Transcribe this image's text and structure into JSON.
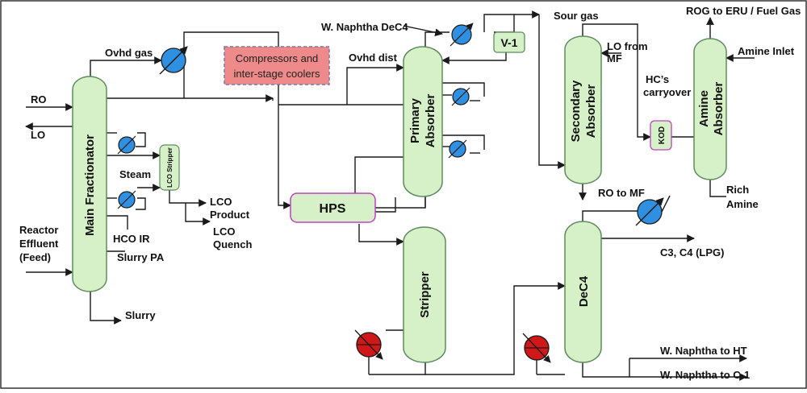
{
  "colors": {
    "vessel_fill": "#d6f0c8",
    "vessel_stroke": "#5f8c5f",
    "drum_stroke": "#c040c0",
    "cooler_fill": "#2f8fe0",
    "heater_fill": "#d01818",
    "compressor_fill": "#ee8a8a",
    "compressor_stroke": "#7777aa"
  },
  "vessels": {
    "main_fractionator": "Main Fractionator",
    "lco_stripper": "LCO Stripper",
    "primary_absorber_1": "Primary",
    "primary_absorber_2": "Absorber",
    "secondary_absorber_1": "Secondary",
    "secondary_absorber_2": "Absorber",
    "amine_absorber_1": "Amine",
    "amine_absorber_2": "Absorber",
    "stripper": "Stripper",
    "dec4": "DeC4",
    "hps": "HPS",
    "v1": "V-1",
    "kod": "KOD",
    "compressors_1": "Compressors and",
    "compressors_2": "inter-stage coolers"
  },
  "streams": {
    "ro": "RO",
    "lo": "LO",
    "reactor_effluent_1": "Reactor",
    "reactor_effluent_2": "Effluent",
    "reactor_effluent_3": "(Feed)",
    "ovhd_gas": "Ovhd gas",
    "steam": "Steam",
    "hco_ir": "HCO IR",
    "slurry_pa": "Slurry PA",
    "slurry": "Slurry",
    "lco_product_1": "LCO",
    "lco_product_2": "Product",
    "lco_quench_1": "LCO",
    "lco_quench_2": "Quench",
    "w_naphtha_dec4": "W. Naphtha DeC4",
    "ovhd_dist": "Ovhd dist",
    "sour_gas": "Sour gas",
    "lo_from_mf_1": "LO from",
    "lo_from_mf_2": "MF",
    "hc_carryover_1": "HC’s",
    "hc_carryover_2": "carryover",
    "rog": "ROG to ERU / Fuel Gas",
    "amine_inlet": "Amine Inlet",
    "rich_amine_1": "Rich",
    "rich_amine_2": "Amine",
    "ro_to_mf": "RO to MF",
    "lpg": "C3, C4 (LPG)",
    "naphtha_ht": "W. Naphtha to HT",
    "naphtha_c1": "W. Naphtha to C-1"
  }
}
